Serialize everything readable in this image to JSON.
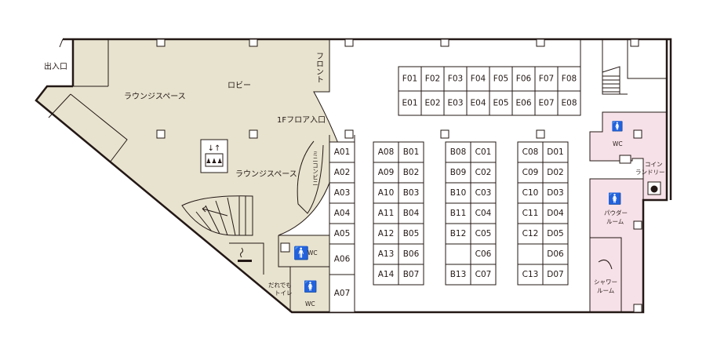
{
  "colors": {
    "lobby": "#e8e3cf",
    "pink": "#f7e1e8",
    "line": "#231815"
  },
  "labels": {
    "entrance": "出入口",
    "lobby": "ロビー",
    "front": "フロント",
    "lounge_top": "ラウンジスペース",
    "lounge_bottom": "ラウンジスペース",
    "floor_entrance": "1Fフロア入口",
    "mini_convenience": "ミニコンビニ",
    "wc_men": "WC",
    "wc_women": "WC",
    "wc_right": "WC",
    "multipurpose_toilet_1": "だれでも",
    "multipurpose_toilet_2": "トイレ",
    "coin_laundry_1": "コイン",
    "coin_laundry_2": "ランドリー",
    "powder_room_1": "パウダー",
    "powder_room_2": "ルーム",
    "shower_room_1": "シャワー",
    "shower_room_2": "ルーム"
  },
  "booths": {
    "F": [
      "F01",
      "F02",
      "F03",
      "F04",
      "F05",
      "F06",
      "F07",
      "F08"
    ],
    "E": [
      "E01",
      "E02",
      "E03",
      "E04",
      "E05",
      "E06",
      "E07",
      "E08"
    ],
    "A_left": [
      "A01",
      "A02",
      "A03",
      "A04",
      "A05",
      "A06",
      "A07"
    ],
    "A_right": [
      "A08",
      "A09",
      "A10",
      "A11",
      "A12",
      "A13",
      "A14"
    ],
    "B_left": [
      "B01",
      "B02",
      "B03",
      "B04",
      "B05",
      "B06",
      "B07"
    ],
    "B_right": [
      "B08",
      "B09",
      "B10",
      "B11",
      "B12",
      "",
      "B13"
    ],
    "C_left": [
      "C01",
      "C02",
      "C03",
      "C04",
      "C05",
      "C06",
      "C07"
    ],
    "C_right": [
      "C08",
      "C09",
      "C10",
      "C11",
      "C12",
      "",
      "C13"
    ],
    "D": [
      "D01",
      "D02",
      "D03",
      "D04",
      "D05",
      "D06",
      "D07"
    ]
  }
}
